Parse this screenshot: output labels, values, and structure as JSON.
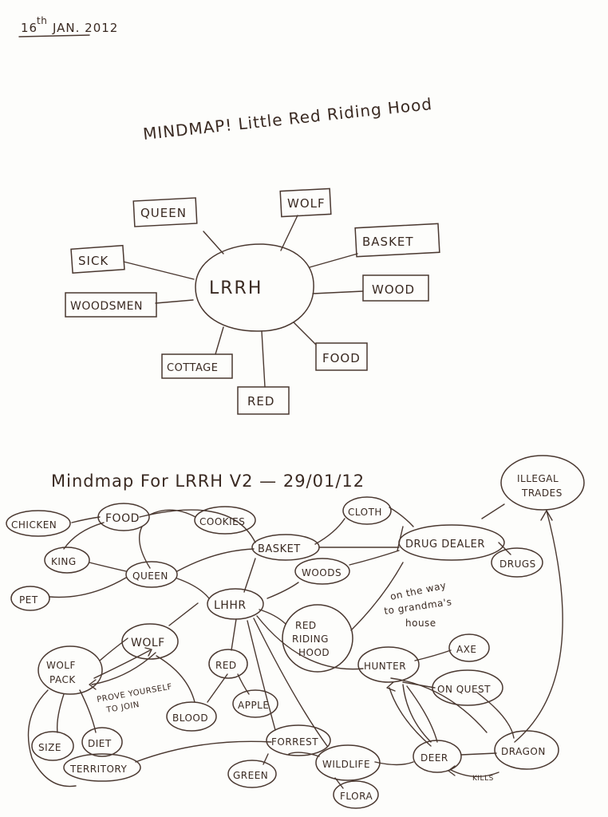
{
  "date": {
    "day": "16",
    "suffix": "th",
    "rest": "JAN. 2012"
  },
  "map1": {
    "title": "MINDMAP! Little Red Riding Hood",
    "center": "LRRH",
    "nodes": {
      "queen": "QUEEN",
      "wolf": "WOLF",
      "basket": "BASKET",
      "sick": "SICK",
      "wood": "WOOD",
      "woodsmen": "WOODSMEN",
      "food": "FOOD",
      "cottage": "COTTAGE",
      "red": "RED"
    }
  },
  "map2": {
    "title": "Mindmap For LRRH V2 — 29/01/12",
    "nodes": {
      "chicken": "CHICKEN",
      "food": "FOOD",
      "cookies": "COOKIES",
      "cloth": "CLOTH",
      "illegal_1": "ILLEGAL",
      "illegal_2": "TRADES",
      "king": "KING",
      "basket": "BASKET",
      "drug_dealer": "DRUG DEALER",
      "queen": "QUEEN",
      "woods": "WOODS",
      "drugs": "DRUGS",
      "pet": "PET",
      "lhhr": "LHHR",
      "wolf": "WOLF",
      "wolf_pack_1": "WOLF",
      "wolf_pack_2": "PACK",
      "rrh_1": "RED",
      "rrh_2": "RIDING",
      "rrh_3": "HOOD",
      "hunter": "HUNTER",
      "axe": "AXE",
      "red": "RED",
      "on_quest": "ON QUEST",
      "blood": "BLOOD",
      "apple": "APPLE",
      "size": "SIZE",
      "diet": "DIET",
      "forrest": "FORREST",
      "territory": "TERRITORY",
      "wildlife": "WILDLIFE",
      "deer": "DEER",
      "dragon": "DRAGON",
      "green": "GREEN",
      "flora": "FLORA"
    },
    "annotations": {
      "way_1": "on the way",
      "way_2": "to grandma's",
      "way_3": "house",
      "prove_1": "PROVE YOURSELF",
      "prove_2": "TO JOIN",
      "kills": "KILLS"
    }
  }
}
